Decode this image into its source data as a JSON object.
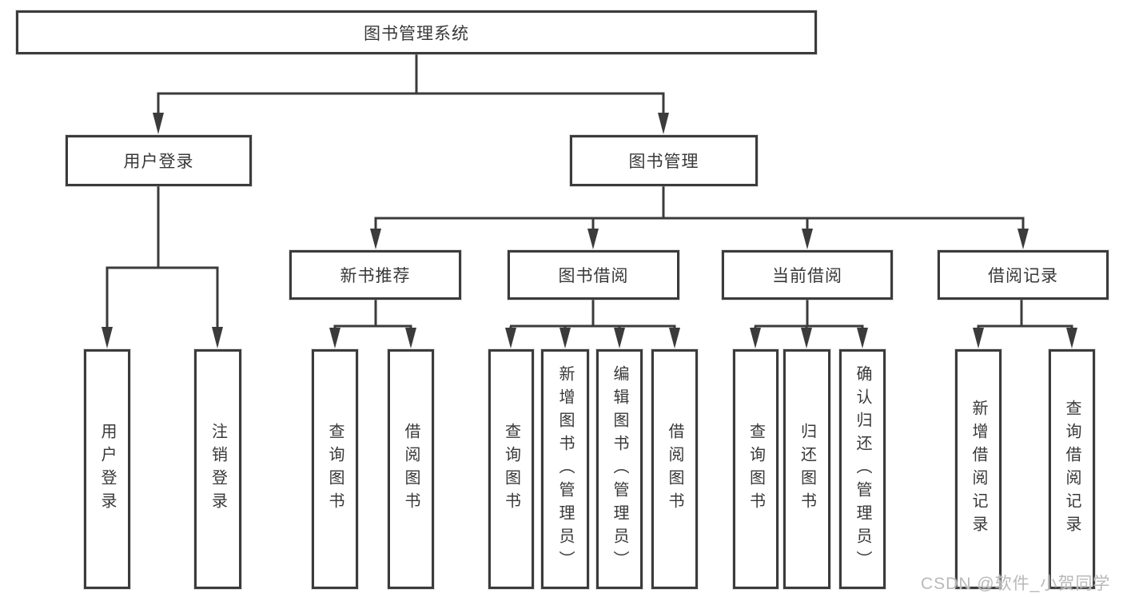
{
  "diagram_title": "图书管理系统",
  "tree": {
    "root": {
      "label": "图书管理系统"
    },
    "children": [
      {
        "label": "用户登录",
        "children": [
          {
            "label": "用户登录"
          },
          {
            "label": "注销登录"
          }
        ]
      },
      {
        "label": "图书管理",
        "children": [
          {
            "label": "新书推荐",
            "children": [
              {
                "label": "查询图书"
              },
              {
                "label": "借阅图书"
              }
            ]
          },
          {
            "label": "图书借阅",
            "children": [
              {
                "label": "查询图书"
              },
              {
                "label": "新增图书（管理员）"
              },
              {
                "label": "编辑图书（管理员）"
              },
              {
                "label": "借阅图书"
              }
            ]
          },
          {
            "label": "当前借阅",
            "children": [
              {
                "label": "查询图书"
              },
              {
                "label": "归还图书"
              },
              {
                "label": "确认归还（管理员）"
              }
            ]
          },
          {
            "label": "借阅记录",
            "children": [
              {
                "label": "新增借阅记录"
              },
              {
                "label": "查询借阅记录"
              }
            ]
          }
        ]
      }
    ]
  },
  "watermark": "CSDN @软件_小贺同学",
  "colors": {
    "line": "#3b3b3b",
    "box_border": "#3b3b3b",
    "text": "#383838",
    "watermark": "#b9b9b9",
    "background": "#ffffff"
  }
}
